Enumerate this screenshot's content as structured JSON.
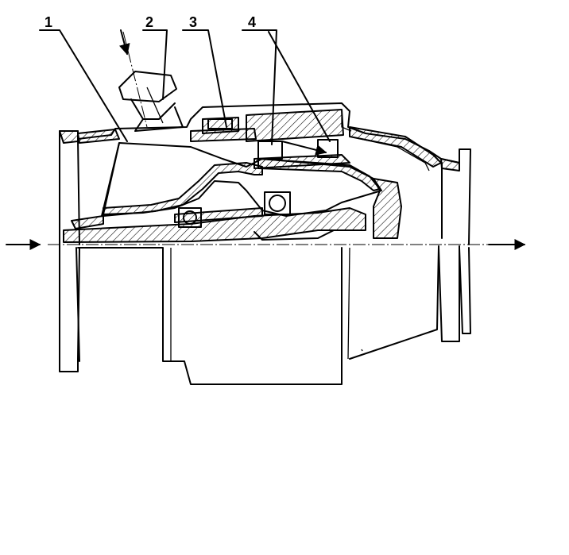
{
  "callouts": [
    {
      "id": "1",
      "text": "1"
    },
    {
      "id": "2",
      "text": "2"
    },
    {
      "id": "3",
      "text": "3"
    },
    {
      "id": "4",
      "text": "4"
    }
  ],
  "colors": {
    "ink": "#000000",
    "paper": "#ffffff"
  }
}
